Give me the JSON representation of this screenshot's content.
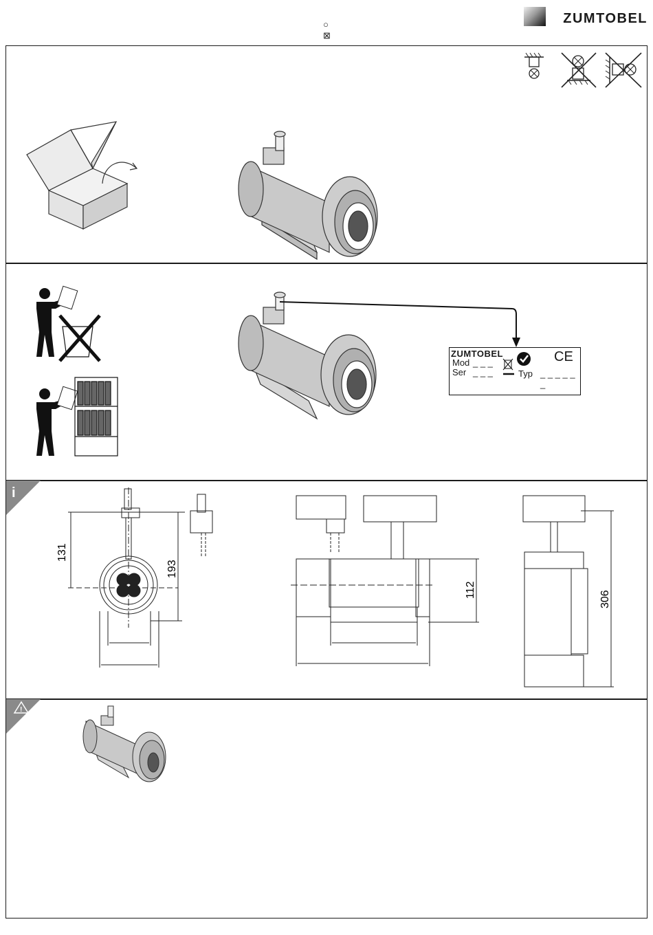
{
  "header": {
    "brand": "ZUMTOBEL",
    "symbol_top": "○",
    "symbol_bottom": "⊠"
  },
  "label_card": {
    "brand": "ZUMTOBEL",
    "mod_label": "Mod",
    "mod_value": "_ _ _",
    "ser_label": "Ser",
    "ser_value": "_ _ _",
    "typ_label": "Typ",
    "typ_value": "_ _ _ _ _ _",
    "ce_mark": "CE"
  },
  "dimensions": {
    "height_131": "131",
    "height_193": "193",
    "height_112": "112",
    "height_306": "306"
  },
  "badges": {
    "info": "i",
    "warning": "!"
  },
  "icons": {
    "mounting": [
      "ceiling-mount-allowed-icon",
      "surface-mount-prohibited-icon",
      "wall-mount-prohibited-icon"
    ],
    "info_badge": "info-icon",
    "warning_badge": "warning-triangle-icon"
  }
}
